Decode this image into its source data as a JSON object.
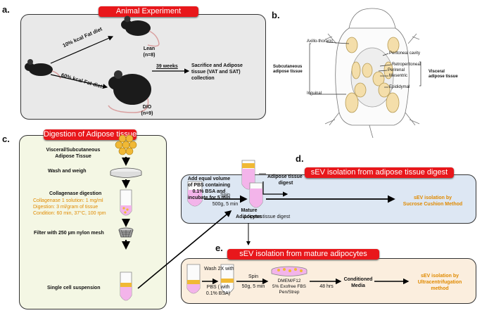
{
  "panels": {
    "a": {
      "letter": "a.",
      "title": "Animal Experiment",
      "diet_lean": "10% kcal Fat diet",
      "diet_dio": "60% kcal Fat diet",
      "lean_label": "Lean",
      "lean_n": "(n=8)",
      "dio_label": "DIO",
      "dio_n": "(n=9)",
      "duration": "39 weeks",
      "outcome": [
        "Sacrifice and Adipose",
        "tissue (VAT and SAT)",
        "collection"
      ]
    },
    "b": {
      "letter": "b.",
      "subcutaneous": [
        "Subcutaneous",
        "adipose tissue"
      ],
      "visceral": [
        "Visceral",
        "adipose tissue"
      ],
      "depots": {
        "axillo_thoracic": "Axillo-thoracic",
        "peritoneal_cavity": "Peritoneal cavity",
        "retroperitoneal": "Retroperitoneal",
        "perirenal": "Perirenal",
        "mesentric": "Mesentric",
        "epididymal": "Epididymal",
        "inguinal": "Inguinal"
      }
    },
    "c": {
      "letter": "c.",
      "title": "Digestion of Adipose tissue",
      "tissue": [
        "Visceral/Subcutaneous",
        "Adipose Tissue"
      ],
      "wash": "Wash and weigh",
      "collagenase": "Collagenase digestion",
      "conditions": [
        "Collagenase 1 solution: 1 mg/ml",
        "Digestion: 3 ml/gram of tissue",
        "Condition: 60 min, 37°C, 100 rpm"
      ],
      "filter": "Filter with 250 µm nylon mesh",
      "suspension": "Single cell suspension"
    },
    "middle": {
      "pbs": [
        "Add equal volume",
        "of PBS containing",
        "0.1% BSA and",
        "incubate for 5 min"
      ],
      "mature": [
        "Mature",
        "Adipocytes"
      ],
      "digest": [
        "Adipose tissue",
        "digest"
      ]
    },
    "d": {
      "letter": "d.",
      "title": "sEV isolation from adipose tissue digest",
      "spin": "Spin",
      "spin_cond": "500g, 5 min",
      "digest_label": "Adipose tissue digest",
      "result": [
        "sEV isolation by",
        "Sucrose Cushion Method"
      ]
    },
    "e": {
      "letter": "e.",
      "title": "sEV isolation from mature adipocytes",
      "wash": "Wash 2X with",
      "pbs": [
        "PBS ( with",
        "0.1% BSA)"
      ],
      "spin": "Spin",
      "spin_cond": "50g, 5 min",
      "medium": [
        "DMEM/F12",
        "5% Exofree FBS",
        "Pen/Strep"
      ],
      "time": "48 hrs",
      "conditioned": [
        "Conditioned",
        "Media"
      ],
      "result": [
        "sEV isolation by",
        "Ultracentrifugation",
        "method"
      ]
    }
  },
  "colors": {
    "banner": "#e8171b",
    "panel_a_bg": "#e9e9e9",
    "panel_c_bg": "#f4f7e4",
    "panel_d_bg": "#dde7f3",
    "panel_e_bg": "#fbeede",
    "pink": "#f3b4ea",
    "orange_text": "#e08a00",
    "fat_yellow": "#f2c94c"
  }
}
